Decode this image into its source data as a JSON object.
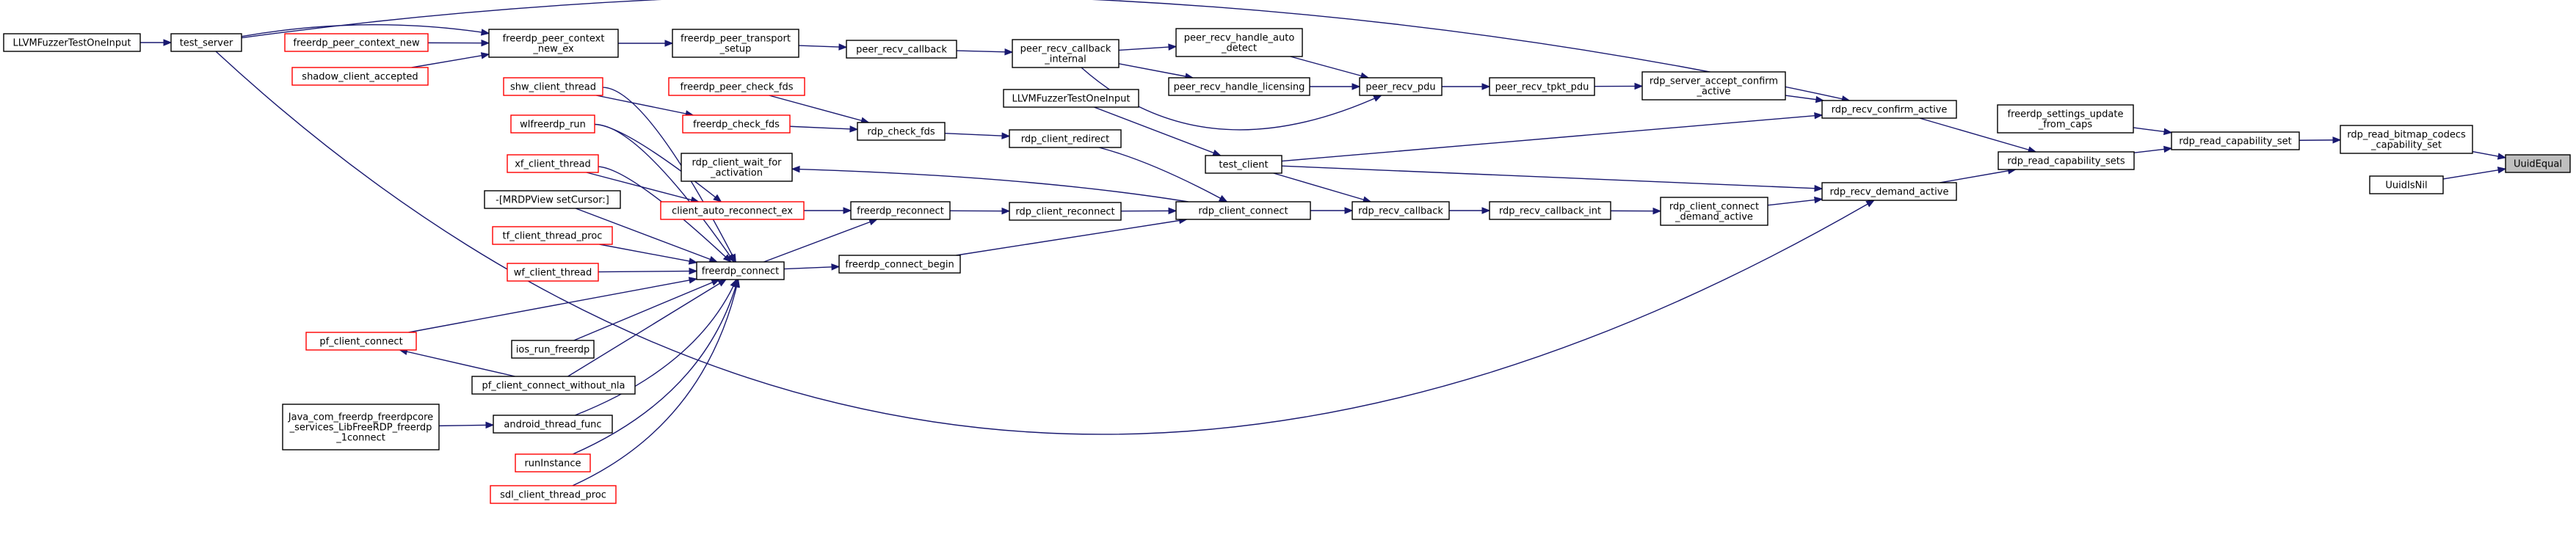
{
  "diagram": {
    "type": "call-graph",
    "nodes": {
      "llvm1": {
        "label": [
          "LLVMFuzzerTestOneInput"
        ],
        "border": "black"
      },
      "test_server": {
        "label": [
          "test_server"
        ],
        "border": "black"
      },
      "peer_ctx_new": {
        "label": [
          "freerdp_peer_context_new"
        ],
        "border": "red"
      },
      "shadow_accepted": {
        "label": [
          "shadow_client_accepted"
        ],
        "border": "red"
      },
      "peer_ctx_new_ex": {
        "label": [
          "freerdp_peer_context",
          "_new_ex"
        ],
        "border": "black"
      },
      "peer_transport_setup": {
        "label": [
          "freerdp_peer_transport",
          "_setup"
        ],
        "border": "black"
      },
      "peer_recv_callback": {
        "label": [
          "peer_recv_callback"
        ],
        "border": "black"
      },
      "peer_recv_cb_internal": {
        "label": [
          "peer_recv_callback",
          "_internal"
        ],
        "border": "black"
      },
      "peer_recv_handle_auto": {
        "label": [
          "peer_recv_handle_auto",
          "_detect"
        ],
        "border": "black"
      },
      "peer_recv_handle_lic": {
        "label": [
          "peer_recv_handle_licensing"
        ],
        "border": "black"
      },
      "peer_recv_pdu": {
        "label": [
          "peer_recv_pdu"
        ],
        "border": "black"
      },
      "peer_recv_tpkt_pdu": {
        "label": [
          "peer_recv_tpkt_pdu"
        ],
        "border": "black"
      },
      "server_accept_confirm": {
        "label": [
          "rdp_server_accept_confirm",
          "_active"
        ],
        "border": "black"
      },
      "recv_confirm_active": {
        "label": [
          "rdp_recv_confirm_active"
        ],
        "border": "black"
      },
      "shw_client_thread": {
        "label": [
          "shw_client_thread"
        ],
        "border": "red"
      },
      "peer_check_fds": {
        "label": [
          "freerdp_peer_check_fds"
        ],
        "border": "red"
      },
      "check_fds": {
        "label": [
          "freerdp_check_fds"
        ],
        "border": "red"
      },
      "wlfreerdp_run": {
        "label": [
          "wlfreerdp_run"
        ],
        "border": "red"
      },
      "rdp_check_fds": {
        "label": [
          "rdp_check_fds"
        ],
        "border": "black"
      },
      "xf_client_thread": {
        "label": [
          "xf_client_thread"
        ],
        "border": "red"
      },
      "client_wait_activation": {
        "label": [
          "rdp_client_wait_for",
          "_activation"
        ],
        "border": "black"
      },
      "mrdpview": {
        "label": [
          "-[MRDPView setCursor:]"
        ],
        "border": "black"
      },
      "auto_reconnect_ex": {
        "label": [
          "client_auto_reconnect_ex"
        ],
        "border": "red"
      },
      "tf_client_thread_proc": {
        "label": [
          "tf_client_thread_proc"
        ],
        "border": "red"
      },
      "wf_client_thread": {
        "label": [
          "wf_client_thread"
        ],
        "border": "red"
      },
      "freerdp_connect": {
        "label": [
          "freerdp_connect"
        ],
        "border": "black"
      },
      "freerdp_reconnect": {
        "label": [
          "freerdp_reconnect"
        ],
        "border": "black"
      },
      "client_reconnect": {
        "label": [
          "rdp_client_reconnect"
        ],
        "border": "black"
      },
      "llvm2": {
        "label": [
          "LLVMFuzzerTestOneInput"
        ],
        "border": "black"
      },
      "client_redirect": {
        "label": [
          "rdp_client_redirect"
        ],
        "border": "black"
      },
      "test_client": {
        "label": [
          "test_client"
        ],
        "border": "black"
      },
      "client_connect": {
        "label": [
          "rdp_client_connect"
        ],
        "border": "black"
      },
      "connect_begin": {
        "label": [
          "freerdp_connect_begin"
        ],
        "border": "black"
      },
      "rdp_recv_callback": {
        "label": [
          "rdp_recv_callback"
        ],
        "border": "black"
      },
      "recv_callback_int": {
        "label": [
          "rdp_recv_callback_int"
        ],
        "border": "black"
      },
      "client_connect_demand": {
        "label": [
          "rdp_client_connect",
          "_demand_active"
        ],
        "border": "black"
      },
      "recv_demand_active": {
        "label": [
          "rdp_recv_demand_active"
        ],
        "border": "black"
      },
      "pf_client_connect": {
        "label": [
          "pf_client_connect"
        ],
        "border": "red"
      },
      "ios_run": {
        "label": [
          "ios_run_freerdp"
        ],
        "border": "black"
      },
      "pf_without_nla": {
        "label": [
          "pf_client_connect_without_nla"
        ],
        "border": "black"
      },
      "java_connect": {
        "label": [
          "Java_com_freerdp_freerdpcore",
          "_services_LibFreeRDP_freerdp",
          "_1connect"
        ],
        "border": "black"
      },
      "android_thread": {
        "label": [
          "android_thread_func"
        ],
        "border": "black"
      },
      "run_instance": {
        "label": [
          "runInstance"
        ],
        "border": "red"
      },
      "sdl_thread": {
        "label": [
          "sdl_client_thread_proc"
        ],
        "border": "red"
      },
      "settings_update": {
        "label": [
          "freerdp_settings_update",
          "_from_caps"
        ],
        "border": "black"
      },
      "read_cap_sets": {
        "label": [
          "rdp_read_capability_sets"
        ],
        "border": "black"
      },
      "read_cap_set": {
        "label": [
          "rdp_read_capability_set"
        ],
        "border": "black"
      },
      "read_bitmap_codecs": {
        "label": [
          "rdp_read_bitmap_codecs",
          "_capability_set"
        ],
        "border": "black"
      },
      "uuid_is_nil": {
        "label": [
          "UuidIsNil"
        ],
        "border": "black"
      },
      "uuid_equal": {
        "label": [
          "UuidEqual"
        ],
        "border": "root"
      }
    }
  }
}
